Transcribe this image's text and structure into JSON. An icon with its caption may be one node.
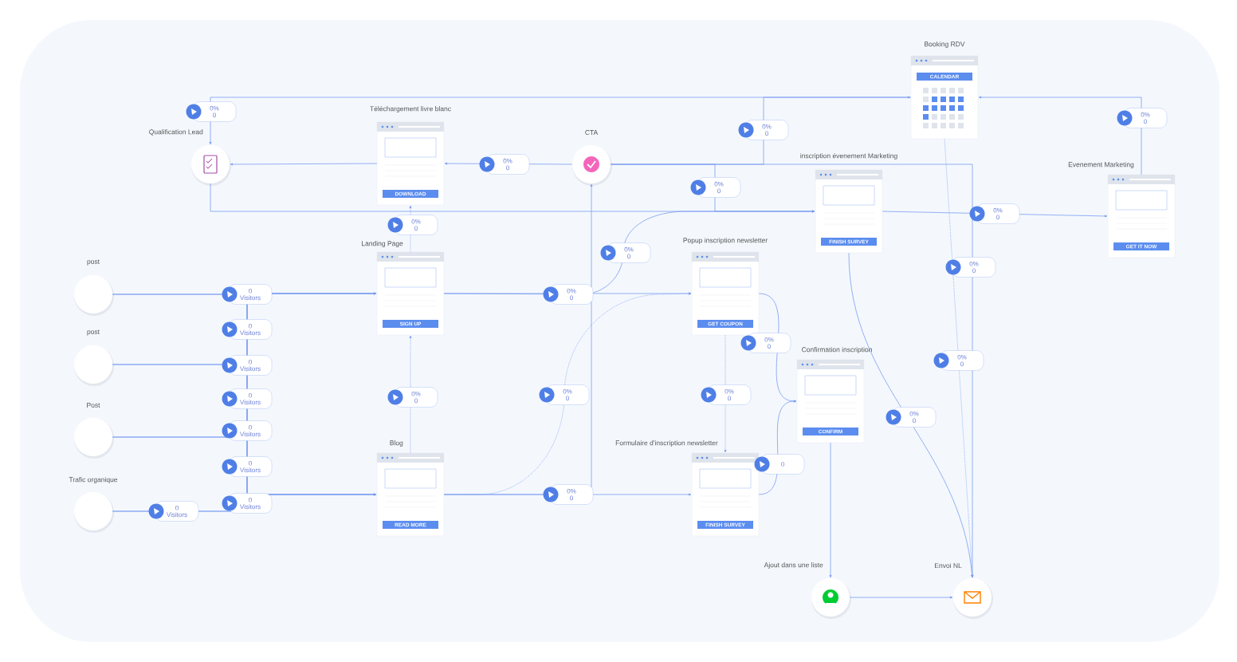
{
  "diagram": {
    "nodes": [
      {
        "text": [
          "Qualification Lead"
        ]
      },
      {
        "text": [
          "Téléchargement livre blanc"
        ]
      },
      {
        "text": [
          "CTA"
        ]
      },
      {
        "text": [
          "Booking RDV"
        ]
      },
      {
        "text": [
          "inscription évenement Marketing"
        ]
      },
      {
        "text": [
          "Evenement Marketing"
        ]
      },
      {
        "text": [
          "Landing Page"
        ]
      },
      {
        "text": [
          "Popup inscription newsletter"
        ]
      },
      {
        "text": [
          "post"
        ]
      },
      {
        "text": [
          "post"
        ]
      },
      {
        "text": [
          "Post"
        ]
      },
      {
        "text": [
          "Trafic organique"
        ]
      },
      {
        "text": [
          "Confirmation inscription"
        ]
      },
      {
        "text": [
          "Blog"
        ]
      },
      {
        "text": [
          "Formulaire d'inscription newsletter"
        ]
      },
      {
        "text": [
          "Ajout dans une liste"
        ]
      },
      {
        "text": [
          "Envoi NL"
        ]
      }
    ],
    "edges": [
      {
        "from": 8,
        "to": 6,
        "arrow": "to",
        "label": "0 Visitors"
      },
      {
        "from": 8,
        "to": 13,
        "arrow": "to",
        "label": "0 Visitors"
      },
      {
        "from": 9,
        "to": 6,
        "arrow": "to",
        "label": "0 Visitors"
      },
      {
        "from": 9,
        "to": 13,
        "arrow": "to",
        "label": "0 Visitors"
      },
      {
        "from": 10,
        "to": 6,
        "arrow": "to",
        "label": "0 Visitors"
      },
      {
        "from": 10,
        "to": 13,
        "arrow": "to",
        "label": "0 Visitors"
      },
      {
        "from": 11,
        "to": 13,
        "arrow": "to",
        "label": "0 Visitors"
      },
      {
        "from": 11,
        "to": 6,
        "arrow": "to",
        "label": "0 Visitors"
      },
      {
        "from": 6,
        "to": 1,
        "arrow": "to",
        "label": "0% 0",
        "style": "dashed"
      },
      {
        "from": 1,
        "to": 0,
        "arrow": "to"
      },
      {
        "from": 2,
        "to": 1,
        "arrow": "to",
        "label": "0% 0"
      },
      {
        "from": 13,
        "to": 2,
        "arrow": "to"
      },
      {
        "from": 6,
        "to": 7,
        "arrow": "to",
        "label": "0% 0"
      },
      {
        "from": 6,
        "to": 4,
        "arrow": "to",
        "label": "0% 0"
      },
      {
        "from": 13,
        "to": 7,
        "arrow": "to",
        "label": "0% 0",
        "style": "dashed"
      },
      {
        "from": 13,
        "to": 14,
        "arrow": "to",
        "label": "0% 0"
      },
      {
        "from": 7,
        "to": 12,
        "arrow": "to",
        "label": "0% 0"
      },
      {
        "from": 14,
        "to": 12,
        "arrow": "to",
        "label": "0"
      },
      {
        "from": 7,
        "to": 14,
        "arrow": "to",
        "label": "0% 0",
        "style": "dashed"
      },
      {
        "from": 13,
        "to": 6,
        "arrow": "to",
        "label": "0% 0",
        "style": "dashed"
      },
      {
        "from": 2,
        "to": 4,
        "arrow": "to",
        "label": "0% 0"
      },
      {
        "from": 2,
        "to": 3,
        "arrow": "to",
        "label": "0% 0"
      },
      {
        "from": 3,
        "to": 0,
        "arrow": "to",
        "label": "0% 0"
      },
      {
        "from": 0,
        "to": 4,
        "arrow": "to"
      },
      {
        "from": 5,
        "to": 3,
        "arrow": "to",
        "label": "0% 0"
      },
      {
        "from": 4,
        "to": 5,
        "arrow": "to",
        "label": "0% 0"
      },
      {
        "from": 2,
        "to": 16,
        "arrow": "to",
        "label": "0% 0"
      },
      {
        "from": 3,
        "to": 16,
        "arrow": "to",
        "label": "0% 0",
        "style": "dashed"
      },
      {
        "from": 4,
        "to": 16,
        "arrow": "to",
        "label": "0% 0"
      },
      {
        "from": 12,
        "to": 15,
        "arrow": "to"
      },
      {
        "from": 15,
        "to": 16,
        "arrow": "to"
      }
    ],
    "labels": [
      "CALENDAR",
      "DOWNLOAD",
      "FINISH SURVEY",
      "GET IT NOW",
      "SIGN UP",
      "GET COUPON",
      "CONFIRM",
      "READ MORE",
      "FINISH SURVEY"
    ]
  }
}
